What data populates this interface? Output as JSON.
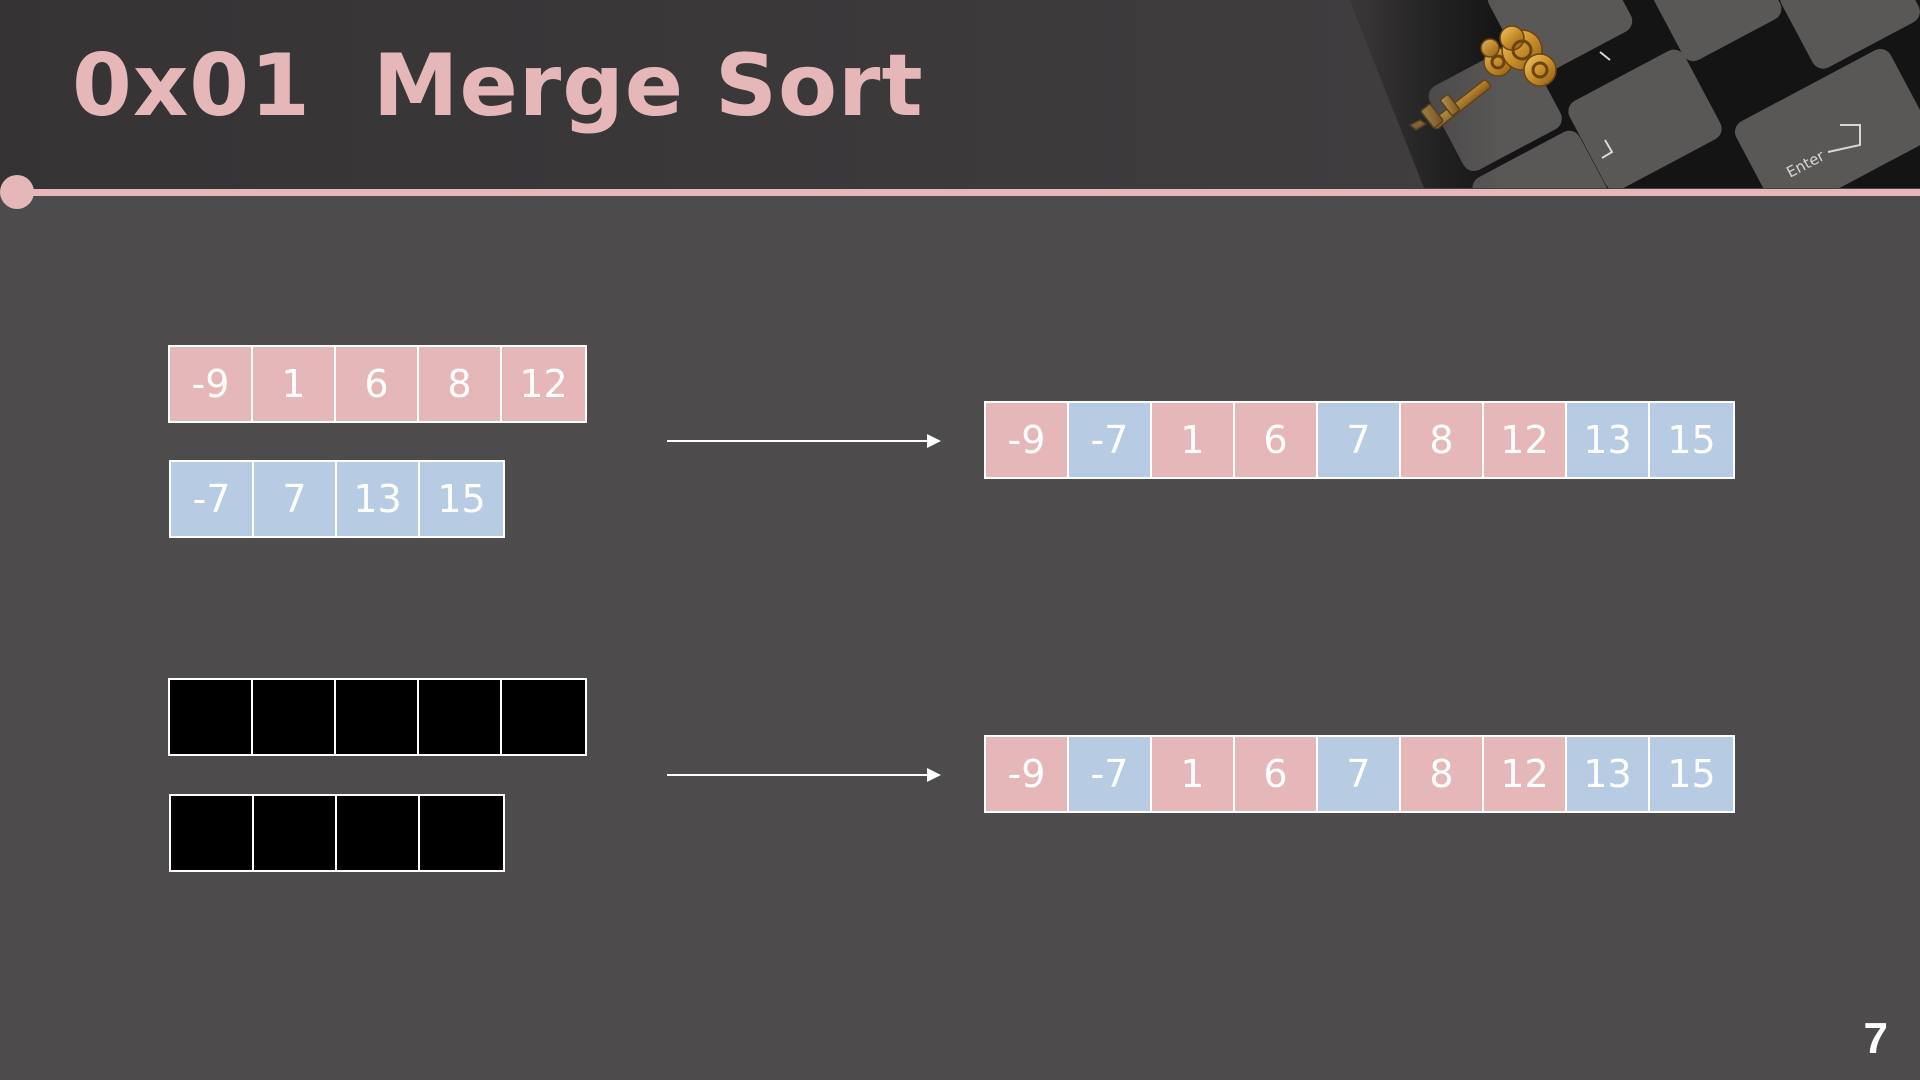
{
  "header": {
    "title": "0x01  Merge Sort"
  },
  "colors": {
    "background": "#4d4b4c",
    "accent_pink": "#e5b7b9",
    "pink_cell": "#e5b7b9",
    "blue_cell": "#b7cce3",
    "empty_cell": "#000000",
    "border": "#ffffff"
  },
  "diagram": {
    "top": {
      "left_array": {
        "values": [
          "-9",
          "1",
          "6",
          "8",
          "12"
        ],
        "fills": [
          "pink",
          "pink",
          "pink",
          "pink",
          "pink"
        ]
      },
      "right_array": {
        "values": [
          "-7",
          "7",
          "13",
          "15"
        ],
        "fills": [
          "blue",
          "blue",
          "blue",
          "blue"
        ]
      },
      "merged_array": {
        "values": [
          "-9",
          "-7",
          "1",
          "6",
          "7",
          "8",
          "12",
          "13",
          "15"
        ],
        "fills": [
          "pink",
          "blue",
          "pink",
          "pink",
          "blue",
          "pink",
          "pink",
          "blue",
          "blue"
        ]
      }
    },
    "bottom": {
      "left_array": {
        "values": [
          "",
          "",
          "",
          "",
          ""
        ],
        "fills": [
          "empty",
          "empty",
          "empty",
          "empty",
          "empty"
        ]
      },
      "right_array": {
        "values": [
          "",
          "",
          "",
          ""
        ],
        "fills": [
          "empty",
          "empty",
          "empty",
          "empty"
        ]
      },
      "merged_array": {
        "values": [
          "-9",
          "-7",
          "1",
          "6",
          "7",
          "8",
          "12",
          "13",
          "15"
        ],
        "fills": [
          "pink",
          "blue",
          "pink",
          "pink",
          "blue",
          "pink",
          "pink",
          "blue",
          "blue"
        ]
      }
    }
  },
  "icons": {
    "decorative_image": "keyboard-key-photo"
  },
  "footer": {
    "page_number": "7"
  }
}
